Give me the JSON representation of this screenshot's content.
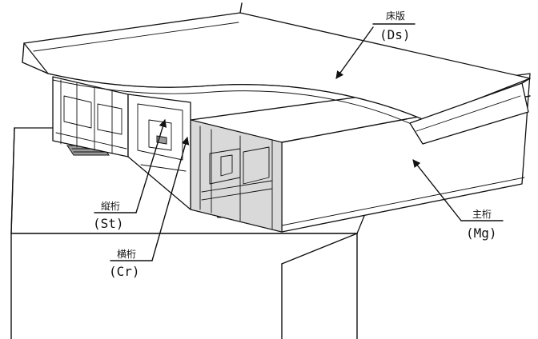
{
  "labels": {
    "deck_slab": {
      "jp": "床版",
      "abbr": "(Ds)"
    },
    "main_girder": {
      "jp": "主桁",
      "abbr": "(Mg)"
    },
    "stringer": {
      "jp": "縦桁",
      "abbr": "(St)"
    },
    "cross_beam": {
      "jp": "横桁",
      "abbr": "(Cr)"
    }
  },
  "colors": {
    "line": "#111111",
    "background": "#ffffff",
    "shade": "#d9d9d9"
  }
}
